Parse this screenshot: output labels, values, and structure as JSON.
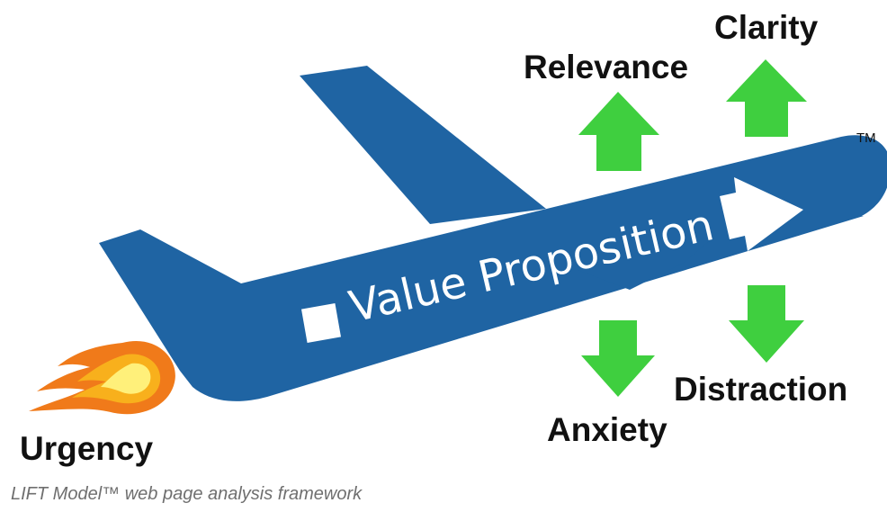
{
  "diagram": {
    "center_label": "Value Proposition",
    "trademark": "TM",
    "factors": {
      "clarity": "Clarity",
      "relevance": "Relevance",
      "distraction": "Distraction",
      "anxiety": "Anxiety",
      "urgency": "Urgency"
    },
    "colors": {
      "plane": "#1f64a3",
      "arrow_green": "#3fcf3f",
      "flame_outer": "#f07a1a",
      "flame_middle": "#f8b01c",
      "flame_inner": "#fff07a",
      "text": "#111111"
    }
  },
  "caption": "LIFT Model™ web page analysis framework"
}
